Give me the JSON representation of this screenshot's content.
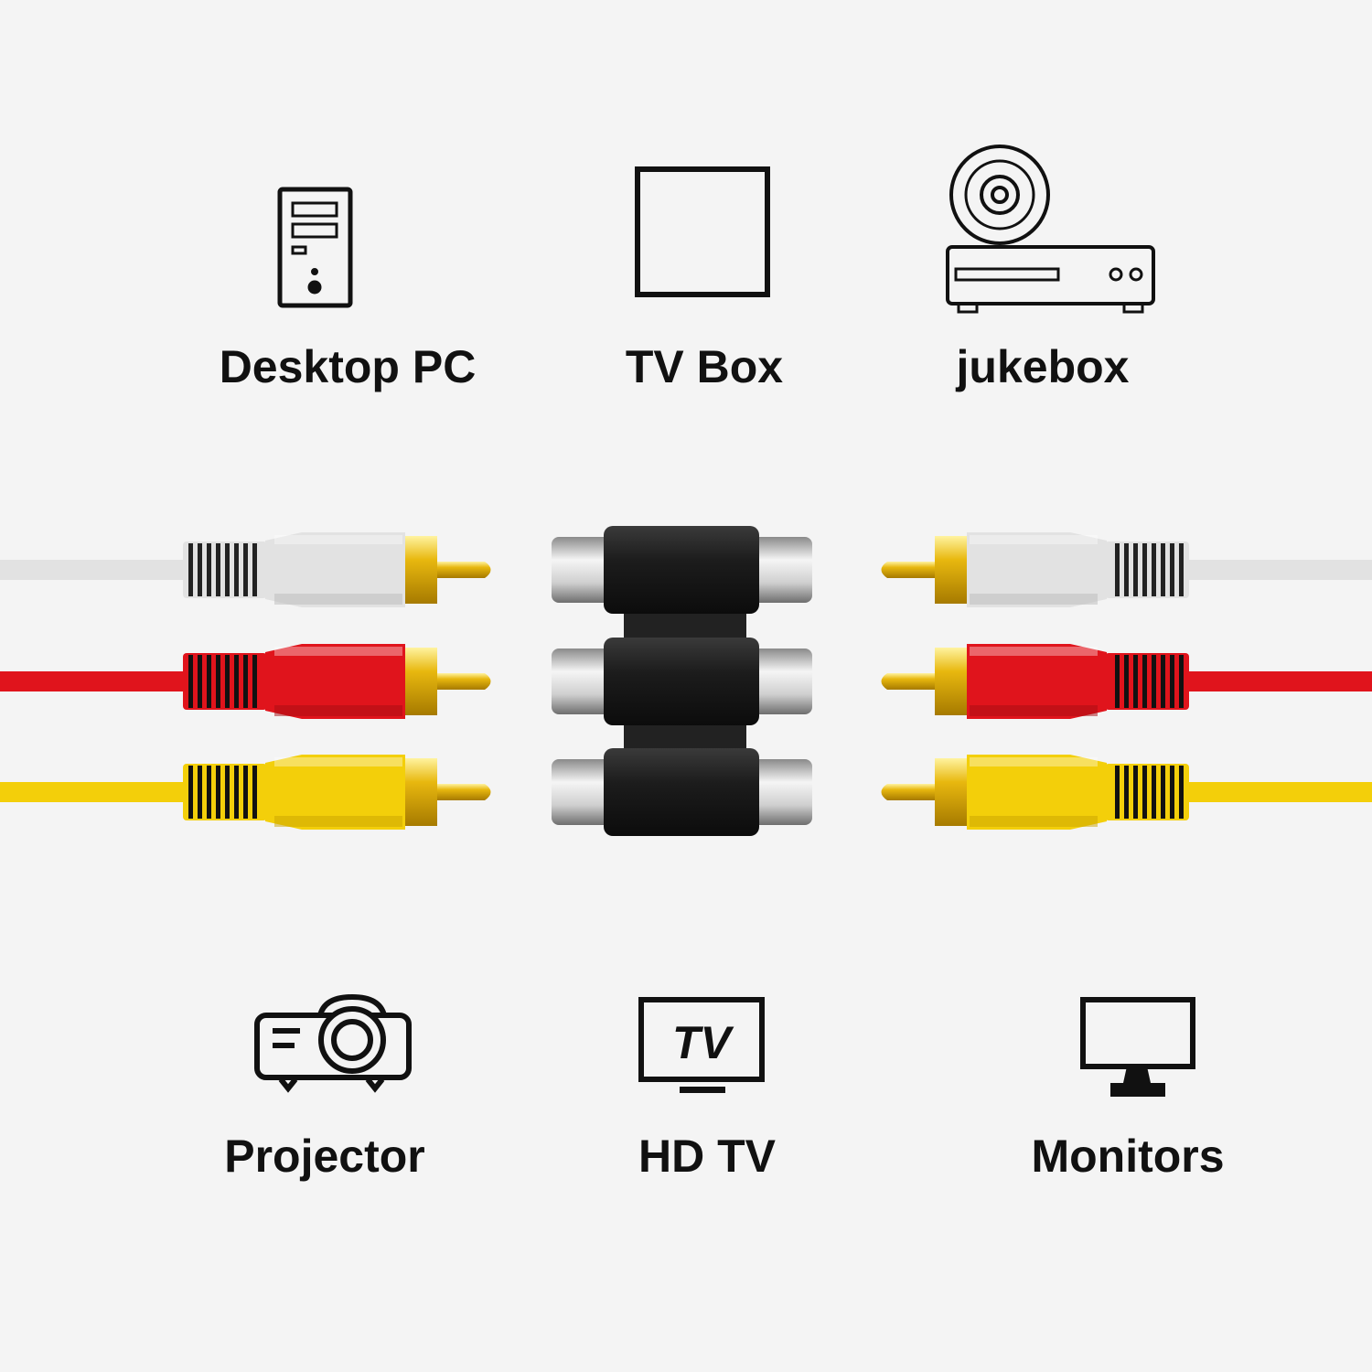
{
  "devices_top": [
    {
      "label": "Desktop PC",
      "icon": "desktop-pc-icon"
    },
    {
      "label": "TV Box",
      "icon": "tv-box-icon"
    },
    {
      "label": "jukebox",
      "icon": "jukebox-icon"
    }
  ],
  "devices_bottom": [
    {
      "label": "Projector",
      "icon": "projector-icon"
    },
    {
      "label": "HD TV",
      "icon": "hd-tv-icon"
    },
    {
      "label": "Monitors",
      "icon": "monitor-icon"
    }
  ],
  "tv_icon_text": "TV",
  "cables": [
    {
      "name": "white",
      "color": "#e2e2e2",
      "dark": "#b9b9b9"
    },
    {
      "name": "red",
      "color": "#e0141c",
      "dark": "#a50c12"
    },
    {
      "name": "yellow",
      "color": "#f3cf0a",
      "dark": "#c9a400"
    }
  ],
  "colors": {
    "gold": "#e8b80f",
    "background": "#f4f4f4",
    "coupler": "#1c1c1c",
    "silver": "#d8d8d8"
  }
}
